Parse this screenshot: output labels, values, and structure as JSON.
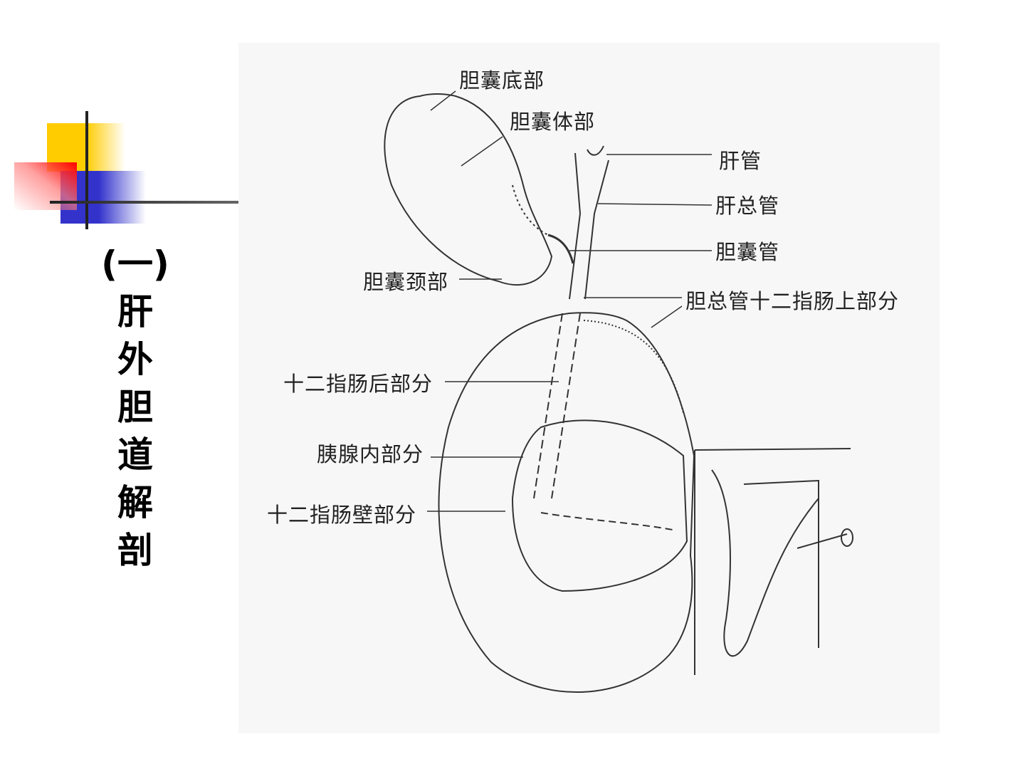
{
  "slide": {
    "title_prefix": "(一)",
    "title_chars": [
      "肝",
      "外",
      "胆",
      "道",
      "解",
      "剖"
    ]
  },
  "diagram": {
    "labels": {
      "gallbladder_fundus": "胆囊底部",
      "gallbladder_body": "胆囊体部",
      "hepatic_duct": "肝管",
      "common_hepatic_duct": "肝总管",
      "cystic_duct": "胆囊管",
      "gallbladder_neck": "胆囊颈部",
      "supraduodenal_cbd": "胆总管十二指肠上部分",
      "retroduodenal": "十二指肠后部分",
      "intrapancreatic": "胰腺内部分",
      "intraduodenal_wall": "十二指肠壁部分"
    }
  },
  "colors": {
    "yellow": "#ffcc00",
    "blue": "#3333cc",
    "red": "#ff0000"
  }
}
